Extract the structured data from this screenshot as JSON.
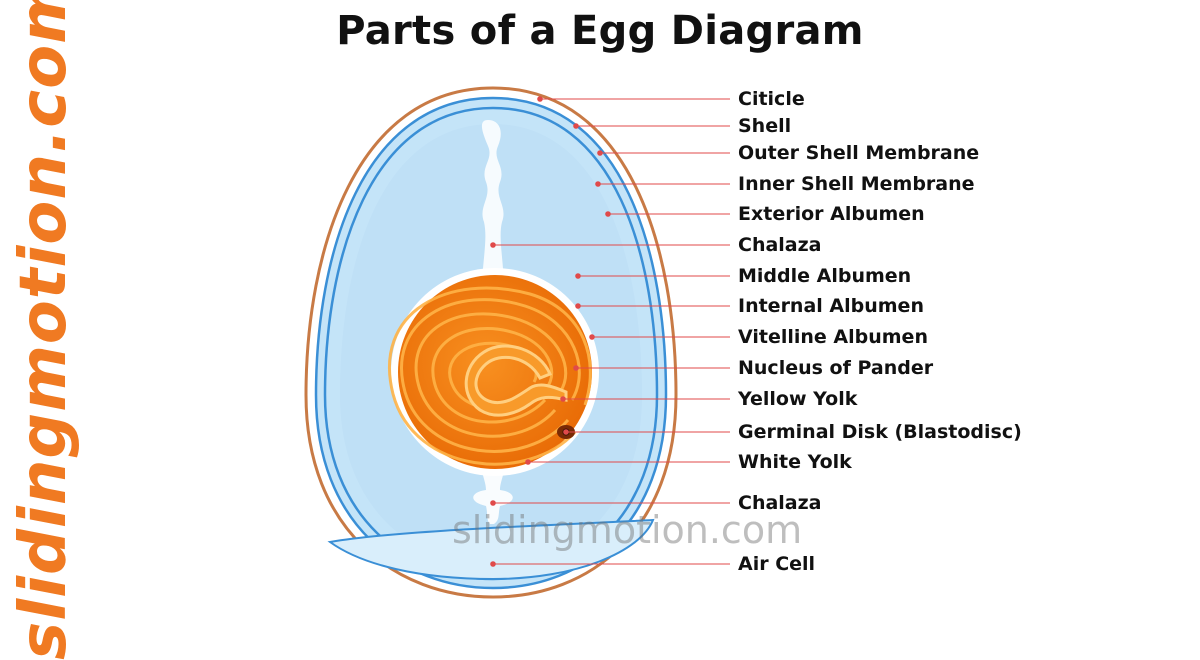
{
  "title": "Parts of a Egg Diagram",
  "watermark_side": "slidingmotion.com",
  "watermark_center": "slidingmotion.com",
  "colors": {
    "shell_outline": "#c87a45",
    "membrane": "#3a8fd6",
    "albumen": "#c4e4f8",
    "yolk": "#f47b12",
    "yolk_lines": "#ffb347",
    "leader_line": "#e04a4a",
    "watermark": "#f07a22"
  },
  "labels": [
    "Citicle",
    "Shell",
    "Outer Shell Membrane",
    "Inner Shell Membrane",
    "Exterior Albumen",
    "Chalaza",
    "Middle Albumen",
    "Internal Albumen",
    "Vitelline Albumen",
    "Nucleus of Pander",
    "Yellow Yolk",
    "Germinal Disk (Blastodisc)",
    "White Yolk",
    "Chalaza",
    "Air Cell"
  ]
}
